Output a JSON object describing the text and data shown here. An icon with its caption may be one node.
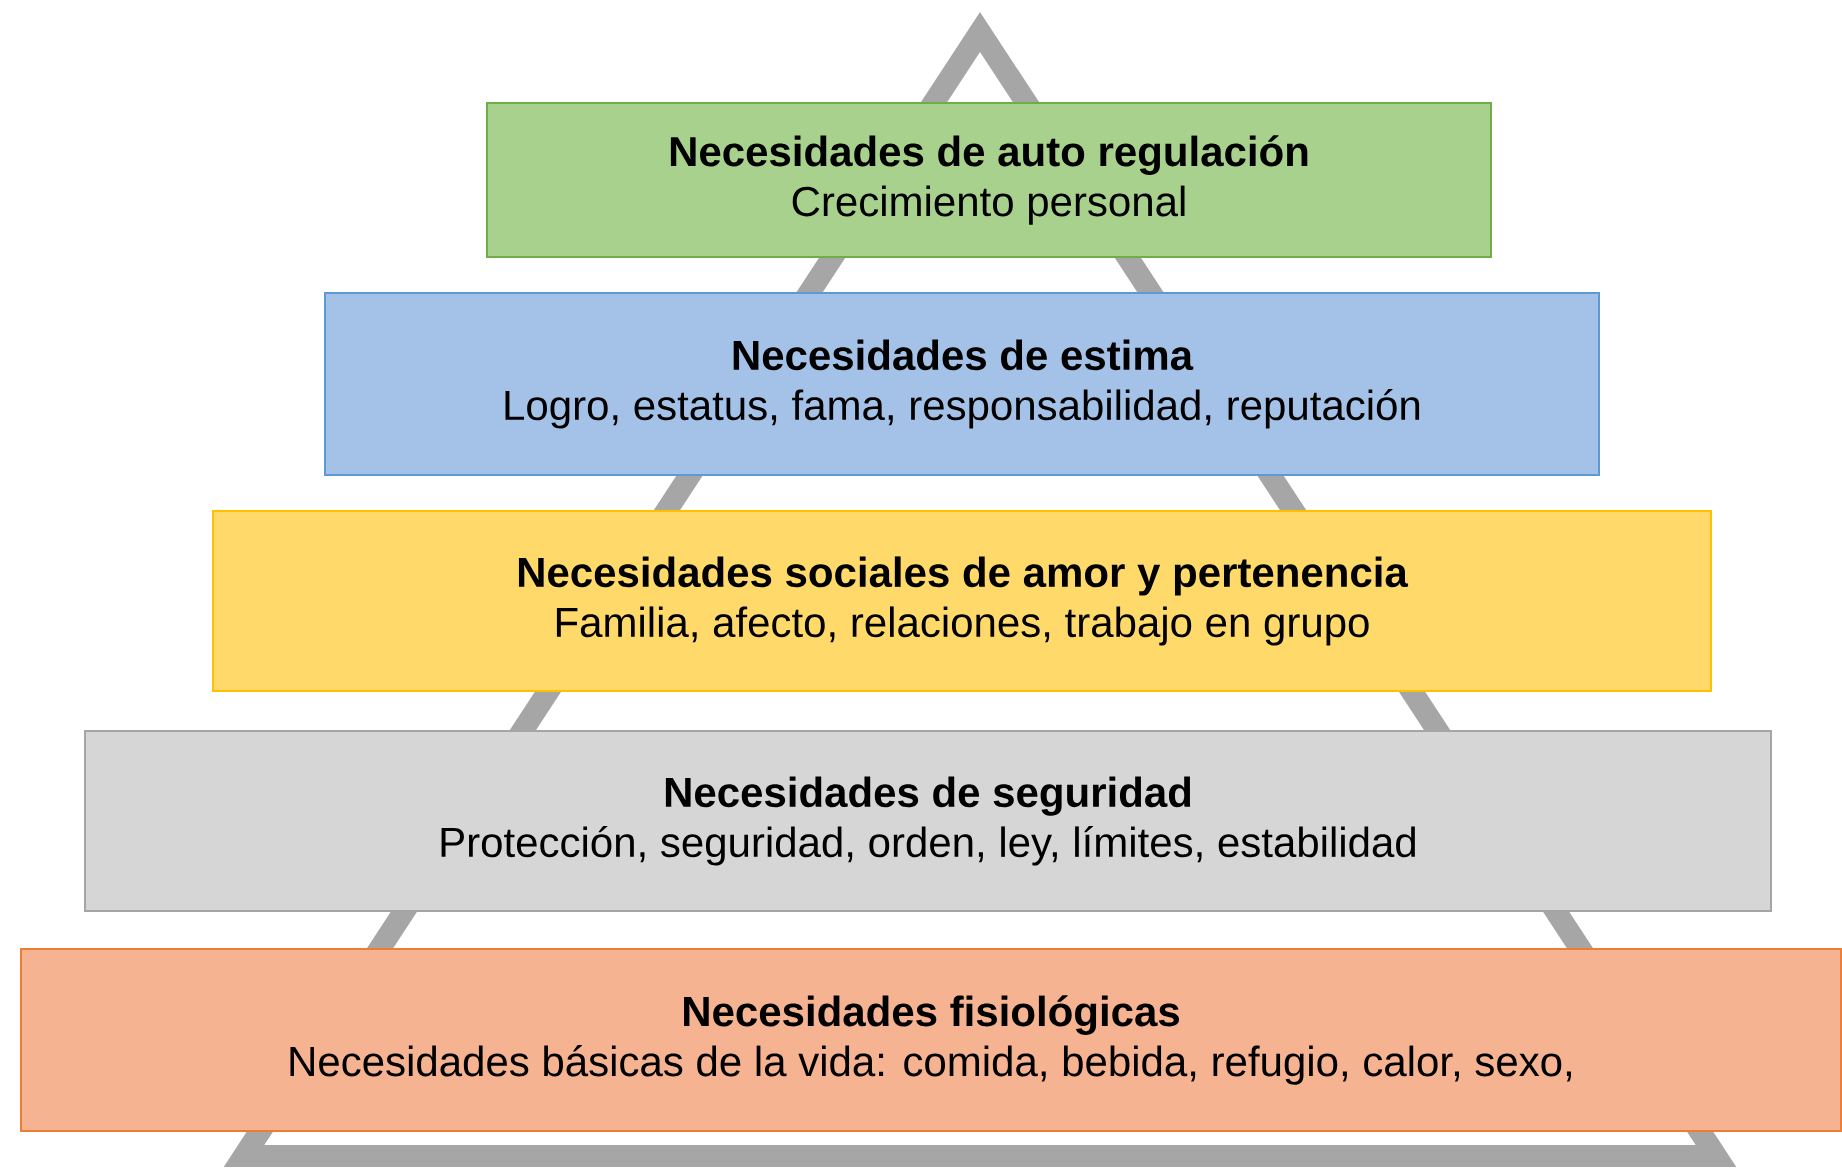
{
  "diagram": {
    "nodes": [
      {
        "text": [
          "Necesidades de auto regulación",
          "Crecimiento personal"
        ]
      },
      {
        "text": [
          "Necesidades de estima",
          "Logro, estatus, fama, responsabilidad, reputación"
        ]
      },
      {
        "text": [
          "Necesidades sociales de amor y pertenencia",
          "Familia, afecto, relaciones, trabajo en grupo"
        ]
      },
      {
        "text": [
          "Necesidades de seguridad",
          "Protección, seguridad, orden, ley, límites, estabilidad"
        ]
      },
      {
        "text": [
          "Necesidades fisiológicas",
          "Necesidades básicas de la vida: comida, bebida, refugio, calor, sexo,"
        ]
      }
    ]
  }
}
